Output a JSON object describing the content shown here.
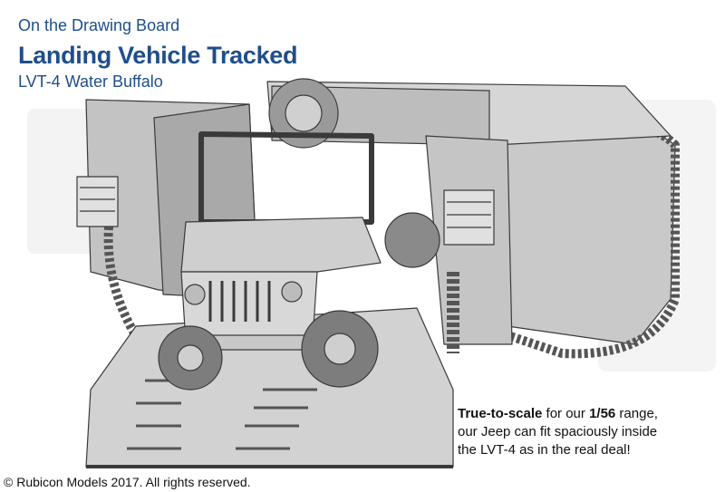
{
  "header": {
    "kicker": "On the Drawing Board",
    "title": "Landing Vehicle Tracked",
    "subtitle": "LVT-4 Water Buffalo"
  },
  "caption": {
    "bold_1": "True-to-scale",
    "text_1": " for our ",
    "bold_2": "1/56",
    "text_2": " range,",
    "line_2": "our Jeep can fit spaciously inside",
    "line_3": "the LVT-4 as in the real deal!"
  },
  "footer": {
    "copyright": "© Rubicon Models 2017. All rights reserved."
  },
  "illustration": {
    "subject_icon": "lvt4-with-jeep-render",
    "colors": {
      "body": "#cfcfcf",
      "shade": "#a9a9a9",
      "dark": "#7d7d7d",
      "line": "#3a3a3a",
      "accent": "#1f4e8c"
    }
  }
}
